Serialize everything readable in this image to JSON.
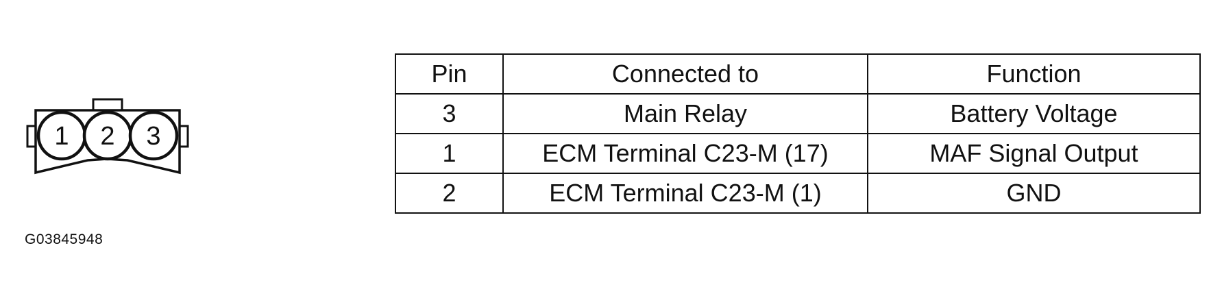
{
  "connector": {
    "pins": [
      "1",
      "2",
      "3"
    ]
  },
  "figure_id": "G03845948",
  "table": {
    "headers": [
      "Pin",
      "Connected to",
      "Function"
    ],
    "rows": [
      [
        "3",
        "Main Relay",
        "Battery Voltage"
      ],
      [
        "1",
        "ECM Terminal C23-M (17)",
        "MAF Signal Output"
      ],
      [
        "2",
        "ECM Terminal C23-M (1)",
        "GND"
      ]
    ]
  }
}
